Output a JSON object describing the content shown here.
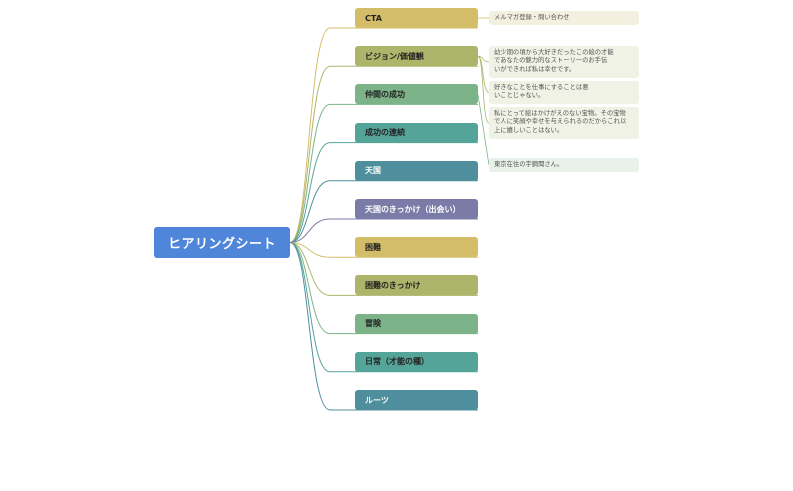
{
  "root": {
    "label": "ヒアリングシート",
    "color": "#4f86d9"
  },
  "branches": [
    {
      "id": "cta",
      "label": "CTA",
      "color": "#d4bd68",
      "text_color": "#222222",
      "notes": [
        {
          "text": "メルマガ登録・問い合わせ",
          "bg": "#f4f0e0"
        }
      ]
    },
    {
      "id": "vision",
      "label": "ビジョン/価値観",
      "color": "#adb56a",
      "text_color": "#222222",
      "notes": [
        {
          "text": "幼少期の頃から大好きだったこの絵の才能\nであなたの魅力的なストーリーのお手伝\nいができれば私は幸せです。",
          "bg": "#f1f2e6"
        },
        {
          "text": "好きなことを仕事にすることは悪\nいことじゃない。",
          "bg": "#f1f2e6"
        },
        {
          "text": "私にとって絵はかけがえのない宝物。その宝物\nで人に笑顔や幸せを与えられるのだからこれ以\n上に嬉しいことはない。",
          "bg": "#f1f2e6"
        }
      ]
    },
    {
      "id": "nakama",
      "label": "仲間の成功",
      "color": "#7cb388",
      "text_color": "#222222",
      "notes": [
        {
          "text": "東京在住の宇鋼聞さん。",
          "bg": "#e8f2ea"
        }
      ]
    },
    {
      "id": "renzoku",
      "label": "成功の連続",
      "color": "#55a49a",
      "text_color": "#222222",
      "notes": []
    },
    {
      "id": "tengoku",
      "label": "天国",
      "color": "#4f8e9d",
      "text_color": "#ffffff",
      "notes": []
    },
    {
      "id": "kikkake",
      "label": "天国のきっかけ（出会い）",
      "color": "#7a7ba6",
      "text_color": "#ffffff",
      "notes": []
    },
    {
      "id": "konnan",
      "label": "困難",
      "color": "#d4bd68",
      "text_color": "#222222",
      "notes": []
    },
    {
      "id": "konnan-kikkake",
      "label": "困難のきっかけ",
      "color": "#adb56a",
      "text_color": "#222222",
      "notes": []
    },
    {
      "id": "bouken",
      "label": "冒険",
      "color": "#7cb388",
      "text_color": "#222222",
      "notes": []
    },
    {
      "id": "nichijou",
      "label": "日常（才能の種）",
      "color": "#55a49a",
      "text_color": "#222222",
      "notes": []
    },
    {
      "id": "roots",
      "label": "ルーツ",
      "color": "#4f8e9d",
      "text_color": "#ffffff",
      "notes": []
    }
  ]
}
